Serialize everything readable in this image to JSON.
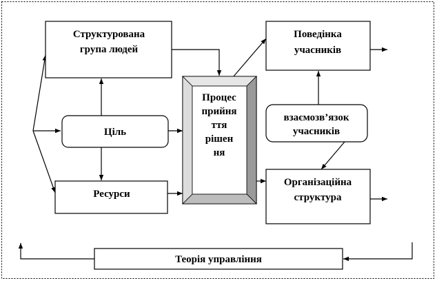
{
  "nodes": {
    "group": [
      "Структурована",
      "група людей"
    ],
    "goal": "Ціль",
    "resources": "Ресурси",
    "process": [
      "Процес",
      "прийня",
      "ття",
      "рішен",
      "ня"
    ],
    "behavior": [
      "Поведінка",
      "учасників"
    ],
    "interaction": [
      "взаємозв’язок",
      "учасників"
    ],
    "structure": [
      "Організаційна",
      "структура"
    ],
    "theory": "Теорія управління"
  },
  "colors": {
    "line": "#000000",
    "box_fill": "#ffffff",
    "bevel_top": "#e6e6e6",
    "bevel_side": "#9a9a9a",
    "bevel_bottom": "#bdbdbd"
  }
}
